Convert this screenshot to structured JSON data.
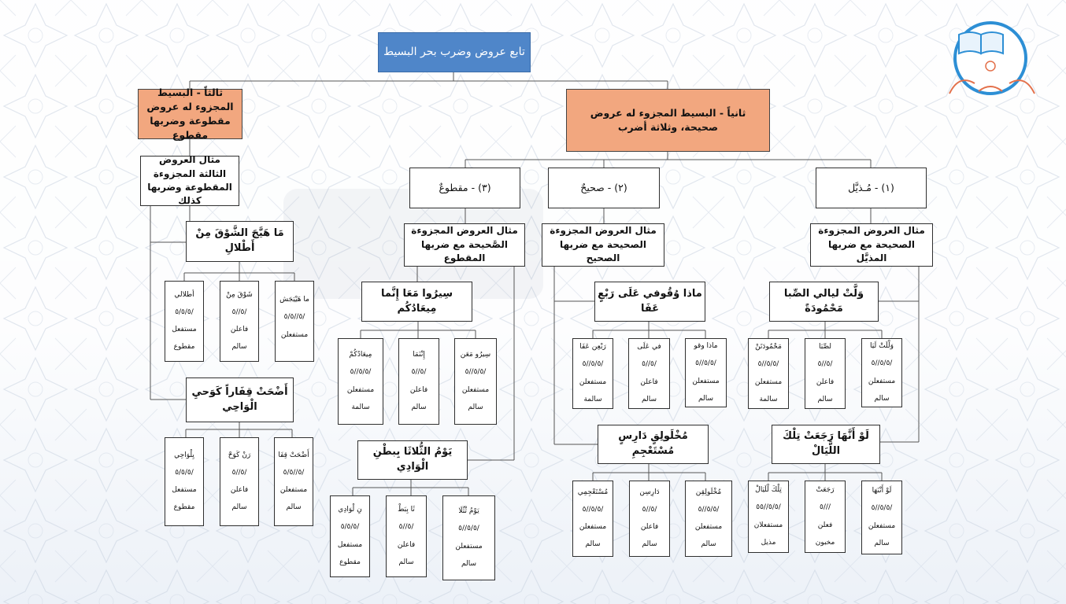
{
  "title": "تابع عروض وضرب بحر البسيط",
  "branches": {
    "third": {
      "heading": "ثالثاً - البسيط المجزوء له عروض مقطوعة وضربها مقطوع",
      "example_label": "مثال العروض الثالثة المجزوءة المقطوعة وضربها كذلك",
      "verse1": "مَا هَيَّجَ الشَّوْقَ مِنْ أَطْلالِ",
      "verse1_cells": [
        {
          "text": "أطلالي",
          "pattern": "/٥/٥/٥",
          "foot": "مستفعل",
          "status": "مقطوع"
        },
        {
          "text": "شَوْقَ مِنْ",
          "pattern": "/٥//٥",
          "foot": "فاعلن",
          "status": "سالم"
        },
        {
          "text": "ما هَيْيَجَش",
          "pattern": "/٥//٥/٥",
          "foot": "مستفعلن",
          "status": ""
        }
      ],
      "verse2": "أَضْحَتْ قِفَاراً كَوَحيِ الْوَاحِي",
      "verse2_cells": [
        {
          "text": "يِلْوَاحِي",
          "pattern": "/٥/٥/٥",
          "foot": "مستفعل",
          "status": "مقطوع"
        },
        {
          "text": "رَنْ كَوَحْ",
          "pattern": "/٥//٥",
          "foot": "فاعلن",
          "status": "سالم"
        },
        {
          "text": "أَضْحَتْ قِفَا",
          "pattern": "/٥//٥/٥",
          "foot": "مستفعلن",
          "status": "سالم"
        }
      ]
    },
    "second": {
      "heading": "ثانياً - البسيط المجزوء له عروض صحيحة، وثلاثة أضرب",
      "types": [
        {
          "label": "(١) - مُـذيَّل",
          "example": "مثال العروض المجزوءة الصحيحة مع ضربها المذيَّل",
          "verse1": "وَلَّتْ ليالي الصِّبا مَحْمُودَةً",
          "verse1_cells": [
            {
              "text": "مَحْمُودَتَنْ",
              "pattern": "/٥/٥//٥",
              "foot": "مستفعلن",
              "status": "سالمة"
            },
            {
              "text": "لصِّبَا",
              "pattern": "/٥//٥",
              "foot": "فاعلن",
              "status": "سالم"
            },
            {
              "text": "وَلْلَتْ لَيَا",
              "pattern": "/٥/٥//٥",
              "foot": "مستفعلن",
              "status": "سالم"
            }
          ],
          "verse2": "لَوْ أَنَّهَا رَجَعَتْ تِلْكَ اللَّيَالْ",
          "verse2_cells": [
            {
              "text": "تِلْكَ لْلَيَالْ",
              "pattern": "/٥/٥//٥٥",
              "foot": "مستفعلان",
              "status": "مذيل"
            },
            {
              "text": "رَجَعَتْ",
              "pattern": "///٥",
              "foot": "فعلن",
              "status": "مخبون"
            },
            {
              "text": "لَوْ أَنْنَهَا",
              "pattern": "/٥/٥//٥",
              "foot": "مستفعلن",
              "status": "سالم"
            }
          ]
        },
        {
          "label": "(٢) - صحيحٌ",
          "example": "مثال العروض المجزوءة الصحيحة مع ضربها الصحيح",
          "verse1": "ماذا وُقُوفي عَلَى رَبْعٍ عَفَا",
          "verse1_cells": [
            {
              "text": "رَبْعِن عَفَا",
              "pattern": "/٥/٥//٥",
              "foot": "مستفعلن",
              "status": "سالمة"
            },
            {
              "text": "في عَلَى",
              "pattern": "/٥//٥",
              "foot": "فاعلن",
              "status": "سالم"
            },
            {
              "text": "ماذا وقو",
              "pattern": "/٥/٥//٥",
              "foot": "مستفعلن",
              "status": "سالم"
            }
          ],
          "verse2": "مُخْلَولِقٍ دَارِسٍ مُسْتَعْجِمِ",
          "verse2_cells": [
            {
              "text": "مُسْتَعْجِمِي",
              "pattern": "/٥/٥//٥",
              "foot": "مستفعلن",
              "status": "سالم"
            },
            {
              "text": "دَارِسِن",
              "pattern": "/٥//٥",
              "foot": "فاعلن",
              "status": "سالم"
            },
            {
              "text": "مُخْلَولِقِن",
              "pattern": "/٥/٥//٥",
              "foot": "مستفعلن",
              "status": "سالم"
            }
          ]
        },
        {
          "label": "(٣) - مقطوعٌ",
          "example": "مثال العروض المجزوءة الصَّحيحة مع ضربها المقطوع",
          "verse1": "سِيرُوا مَعَا إِنَّما مِيعَادُكُم",
          "verse1_cells": [
            {
              "text": "مِيعَادُكُمْ",
              "pattern": "/٥/٥//٥",
              "foot": "مستفعلن",
              "status": "سالمة"
            },
            {
              "text": "إِنْنَمَا",
              "pattern": "/٥//٥",
              "foot": "فاعلن",
              "status": "سالم"
            },
            {
              "text": "سِيرُو مَعَن",
              "pattern": "/٥/٥//٥",
              "foot": "مستفعلن",
              "status": "سالم"
            }
          ],
          "verse2": "يَوْمُ الثُّلاثَا بِبطْنِ الْوَادِي",
          "verse2_cells": [
            {
              "text": "نِ لْوَادِي",
              "pattern": "/٥/٥/٥",
              "foot": "مستفعل",
              "status": "مقطوع"
            },
            {
              "text": "ثَا بِبَطْ",
              "pattern": "/٥//٥",
              "foot": "فاعلن",
              "status": "سالم"
            },
            {
              "text": "يَوْمُ ثْثُلَا",
              "pattern": "/٥/٥//٥",
              "foot": "مستفعلن",
              "status": "سالم"
            }
          ]
        }
      ]
    }
  },
  "colors": {
    "title_box": "#4f86c9",
    "heading_box": "#f2a77f",
    "line": "#555555",
    "logo": "#2d8fd5",
    "logo_ornament": "#e3704a"
  },
  "icons": [
    "book-logo-icon"
  ]
}
